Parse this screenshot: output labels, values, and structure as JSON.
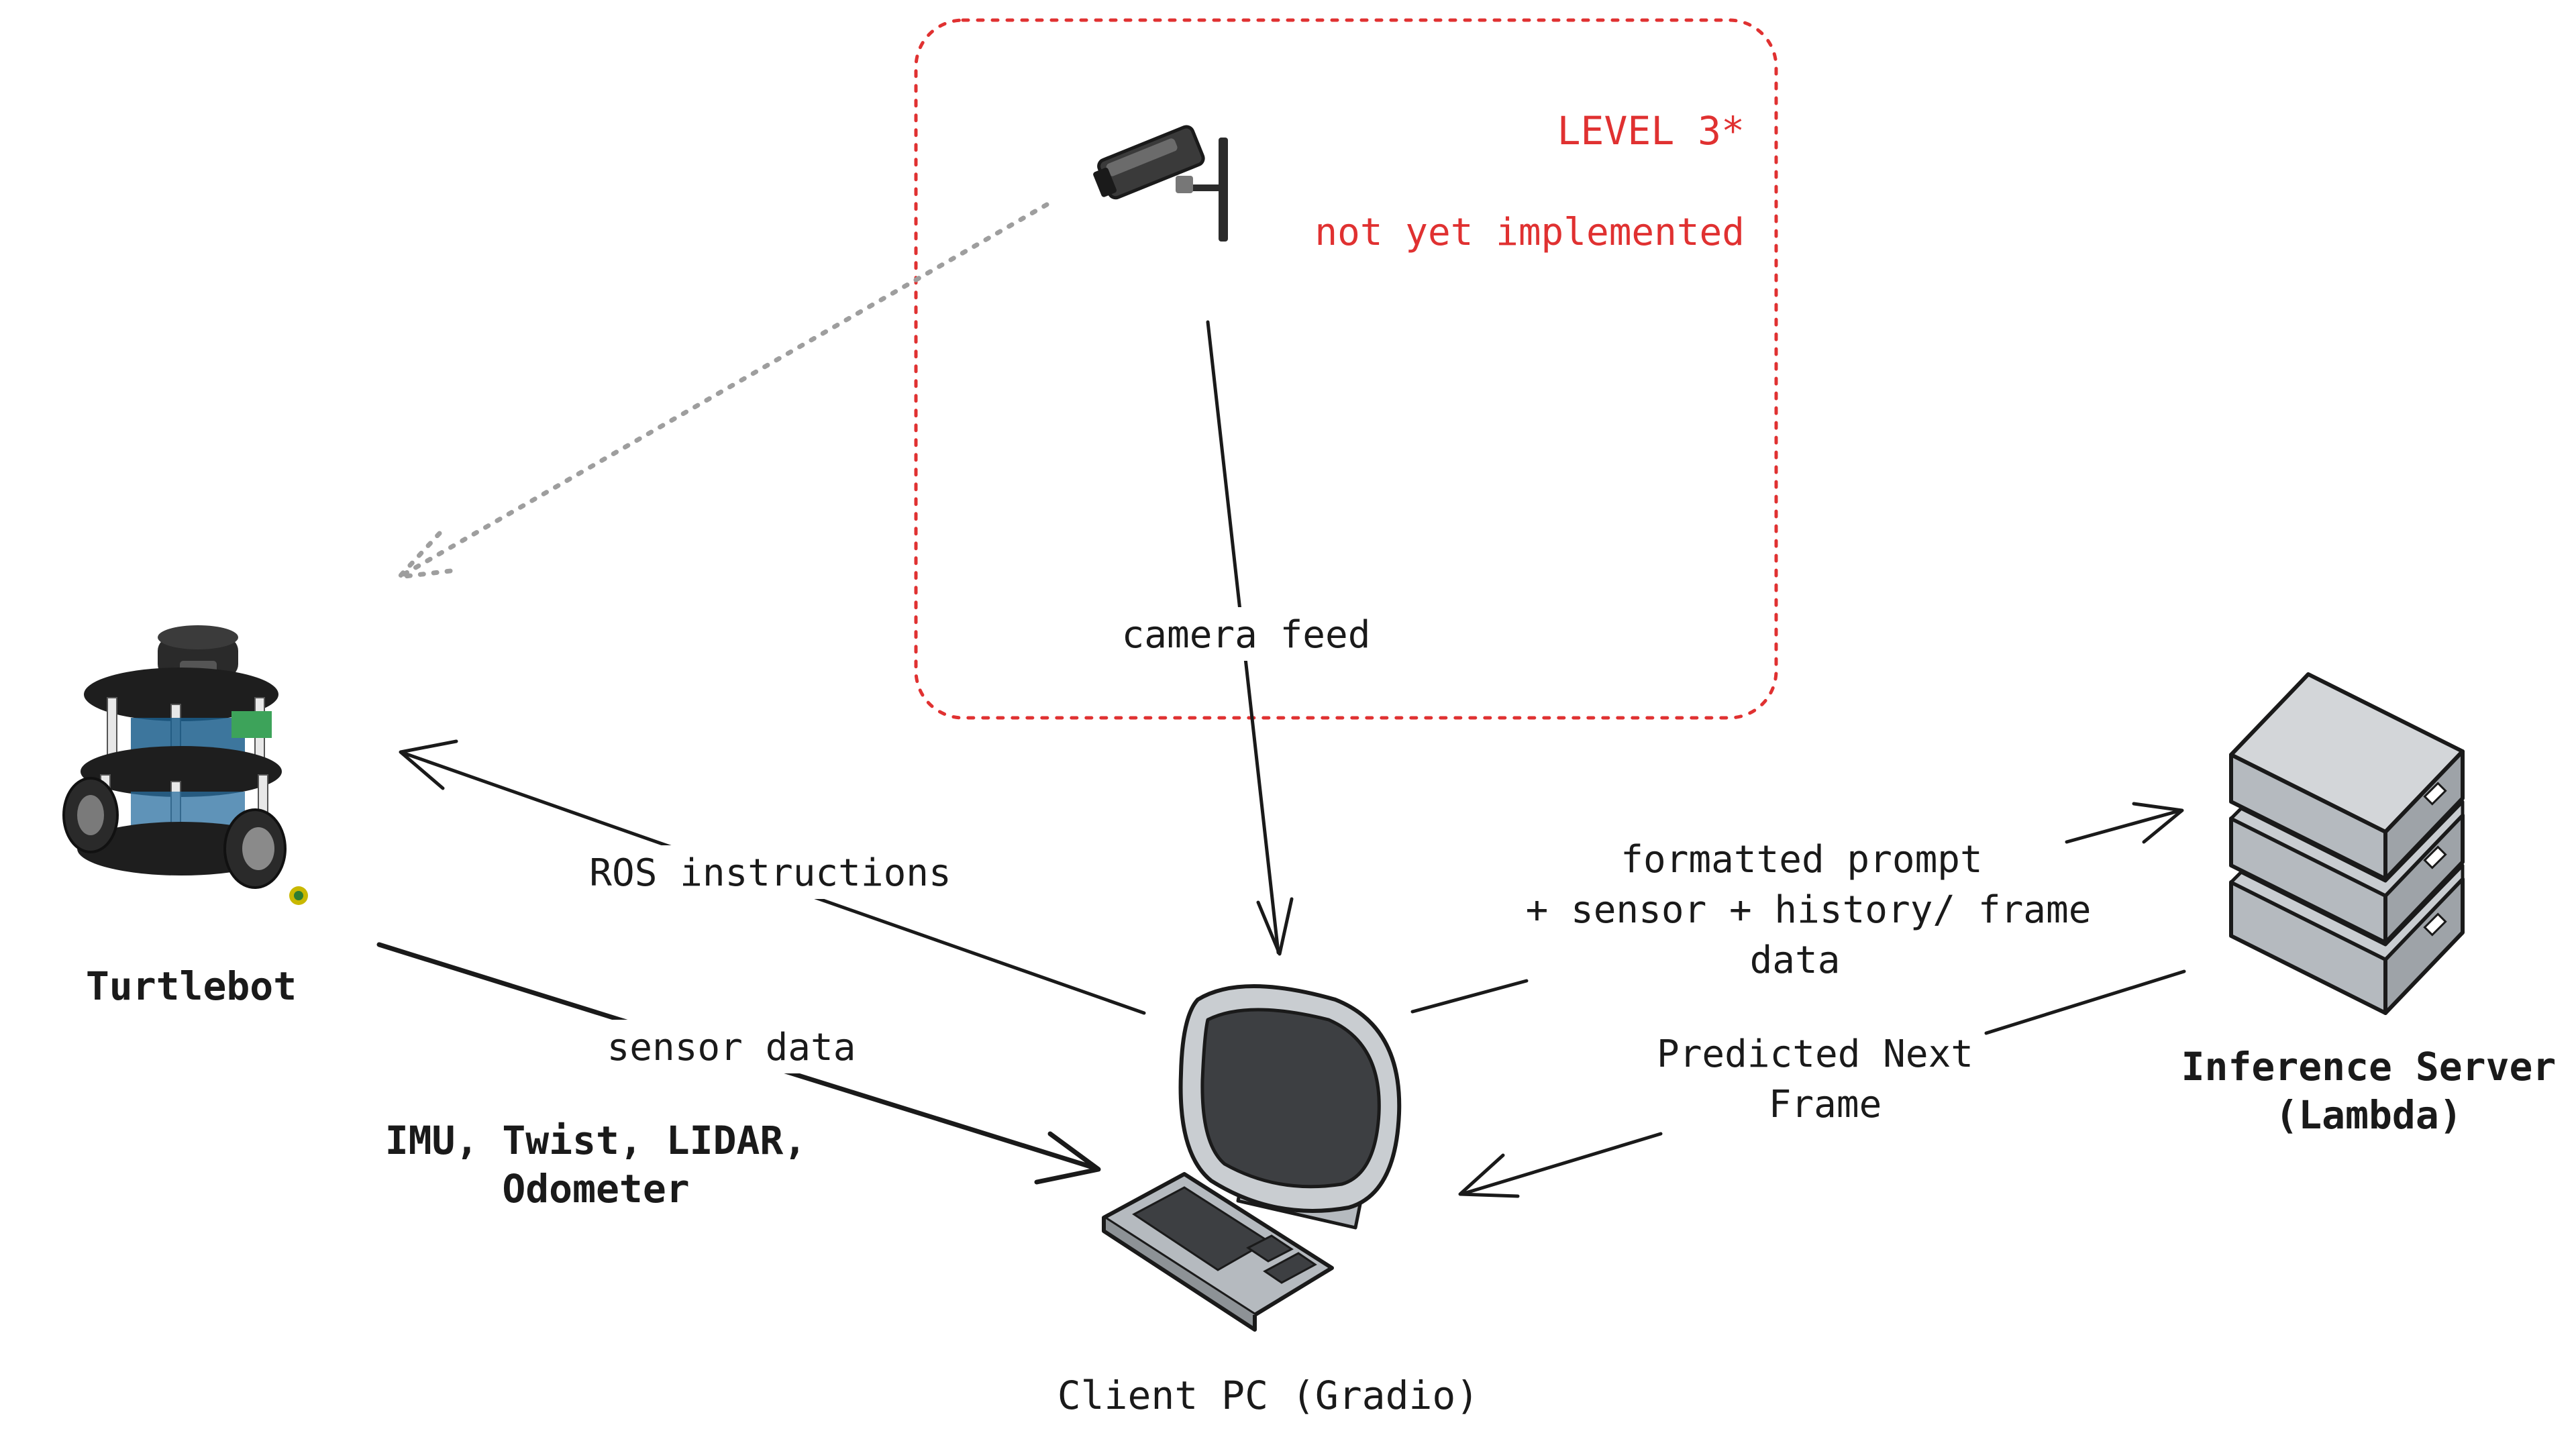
{
  "nodes": {
    "turtlebot": {
      "label": "Turtlebot"
    },
    "client_pc": {
      "label": "Client PC (Gradio)"
    },
    "inference_server": {
      "label_line1": "Inference Server",
      "label_line2": "(Lambda)"
    },
    "camera": {
      "icon": "security-camera-icon"
    }
  },
  "level_box": {
    "title": "LEVEL 3*",
    "note": "not yet implemented"
  },
  "edges": {
    "camera_feed": "camera feed",
    "ros_instructions": "ROS instructions",
    "sensor_data": "sensor data",
    "sensor_types_line1": "IMU, Twist, LIDAR,",
    "sensor_types_line2": "Odometer",
    "prompt_line1": "formatted prompt",
    "prompt_line2": "+ sensor + history/ frame",
    "prompt_line3": "data",
    "predicted_line1": "Predicted Next",
    "predicted_line2": "Frame"
  },
  "colors": {
    "accent_red": "#e03131",
    "stroke": "#1a1a1a",
    "dotted_arrow": "#9e9e9e",
    "device_fill": "#9ea3a8",
    "screen_fill": "#3d3f42"
  }
}
